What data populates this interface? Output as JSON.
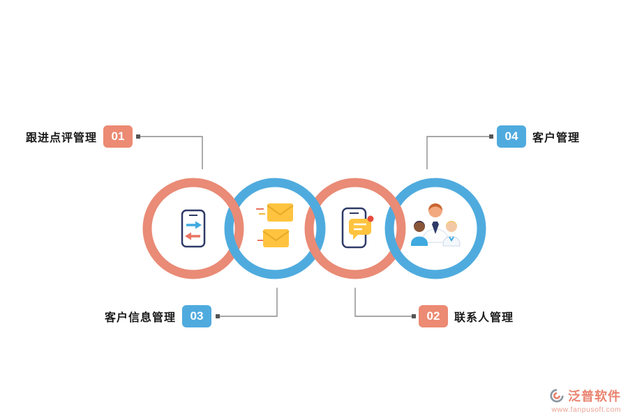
{
  "diagram": {
    "items": [
      {
        "id": "01",
        "label": "跟进点评管理",
        "position": "top-left",
        "badge_color": "#EC8A73",
        "ring_color": "#E98B76",
        "icon": "phone-transfer-icon"
      },
      {
        "id": "02",
        "label": "联系人管理",
        "position": "bottom-right",
        "badge_color": "#EC8A73",
        "ring_color": "#E98B76",
        "icon": "phone-chat-icon"
      },
      {
        "id": "03",
        "label": "客户信息管理",
        "position": "bottom-left",
        "badge_color": "#4FABDE",
        "ring_color": "#4FABDE",
        "icon": "mail-icon"
      },
      {
        "id": "04",
        "label": "客户管理",
        "position": "top-right",
        "badge_color": "#4FABDE",
        "ring_color": "#4FABDE",
        "icon": "team-icon"
      }
    ]
  },
  "logo": {
    "name": "泛普软件",
    "url": "www.fanpusoft.com"
  },
  "colors": {
    "salmon": "#E98B76",
    "blue": "#4FABDE",
    "connector_line": "#8A8A8A",
    "text": "#1A1A1A",
    "envelope_yellow": "#FFC33F",
    "alert_red": "#E84B3C"
  }
}
